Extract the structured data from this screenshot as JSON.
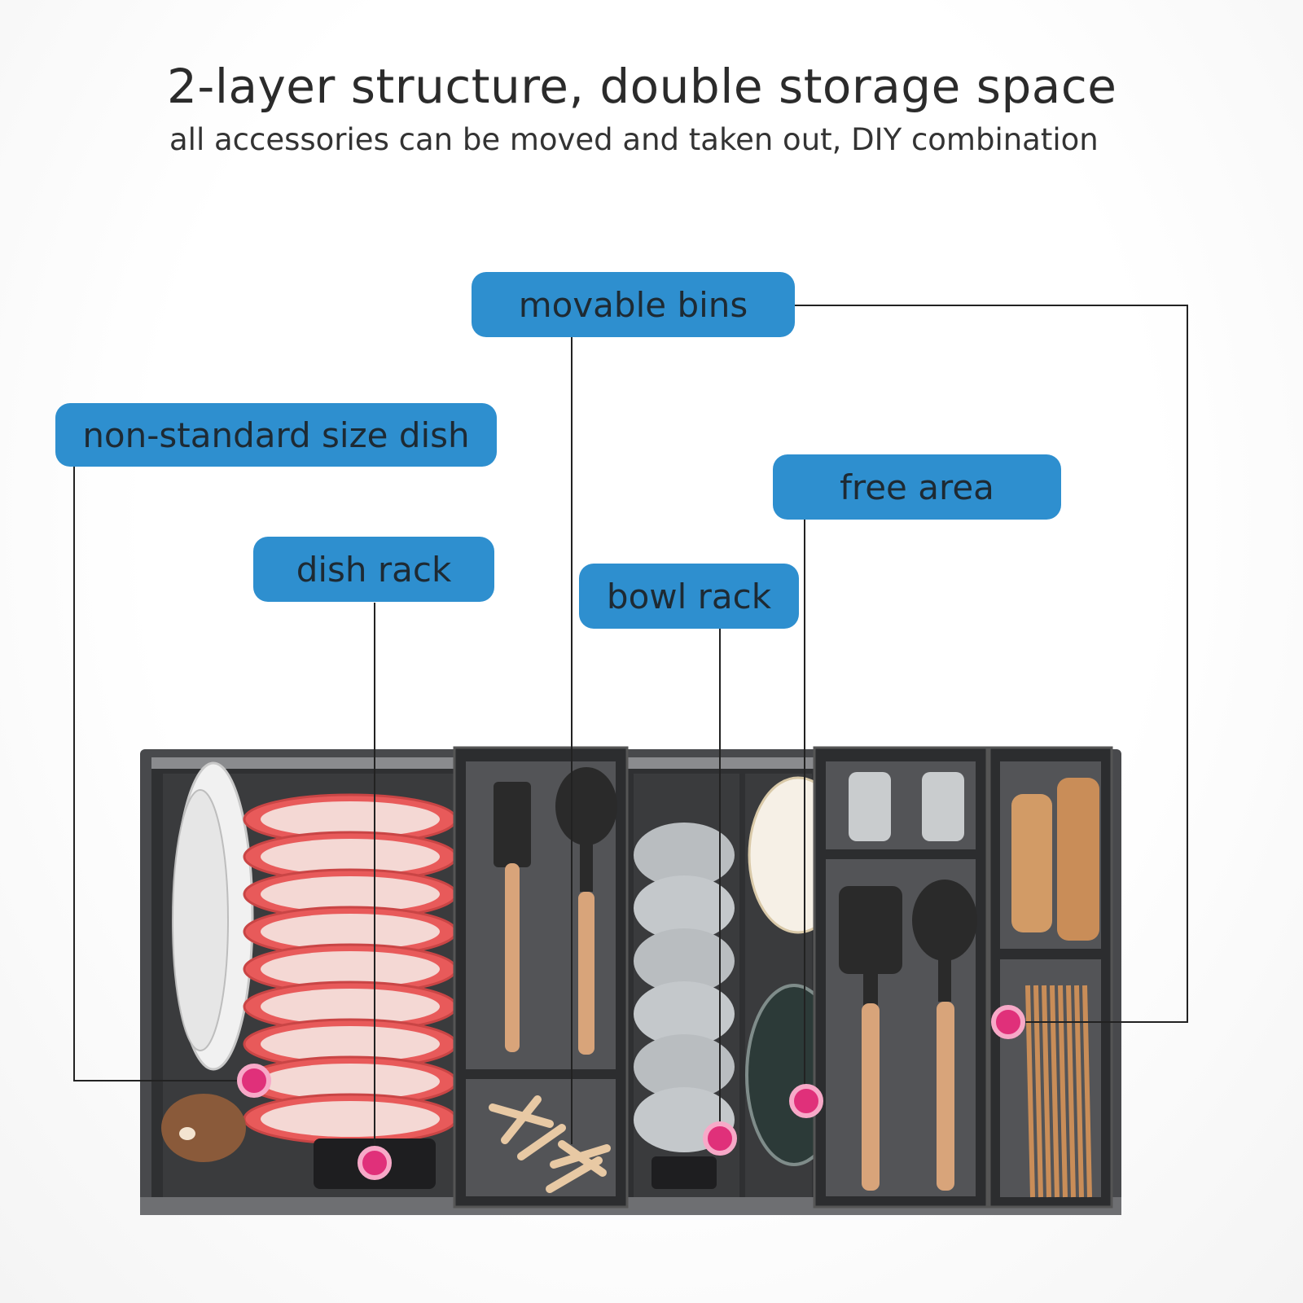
{
  "header": {
    "title": "2-layer structure, double storage space",
    "subtitle": "all accessories can be moved and taken out, DIY combination"
  },
  "callouts": [
    {
      "id": "movable-bins",
      "label": "movable bins"
    },
    {
      "id": "non-standard-size-dish",
      "label": "non-standard size dish"
    },
    {
      "id": "free-area",
      "label": "free area"
    },
    {
      "id": "dish-rack",
      "label": "dish rack"
    },
    {
      "id": "bowl-rack",
      "label": "bowl rack"
    }
  ],
  "colors": {
    "label_bg": "#2e8fcf",
    "marker": "#e0307a",
    "tray_dark": "#3a3a3c"
  }
}
